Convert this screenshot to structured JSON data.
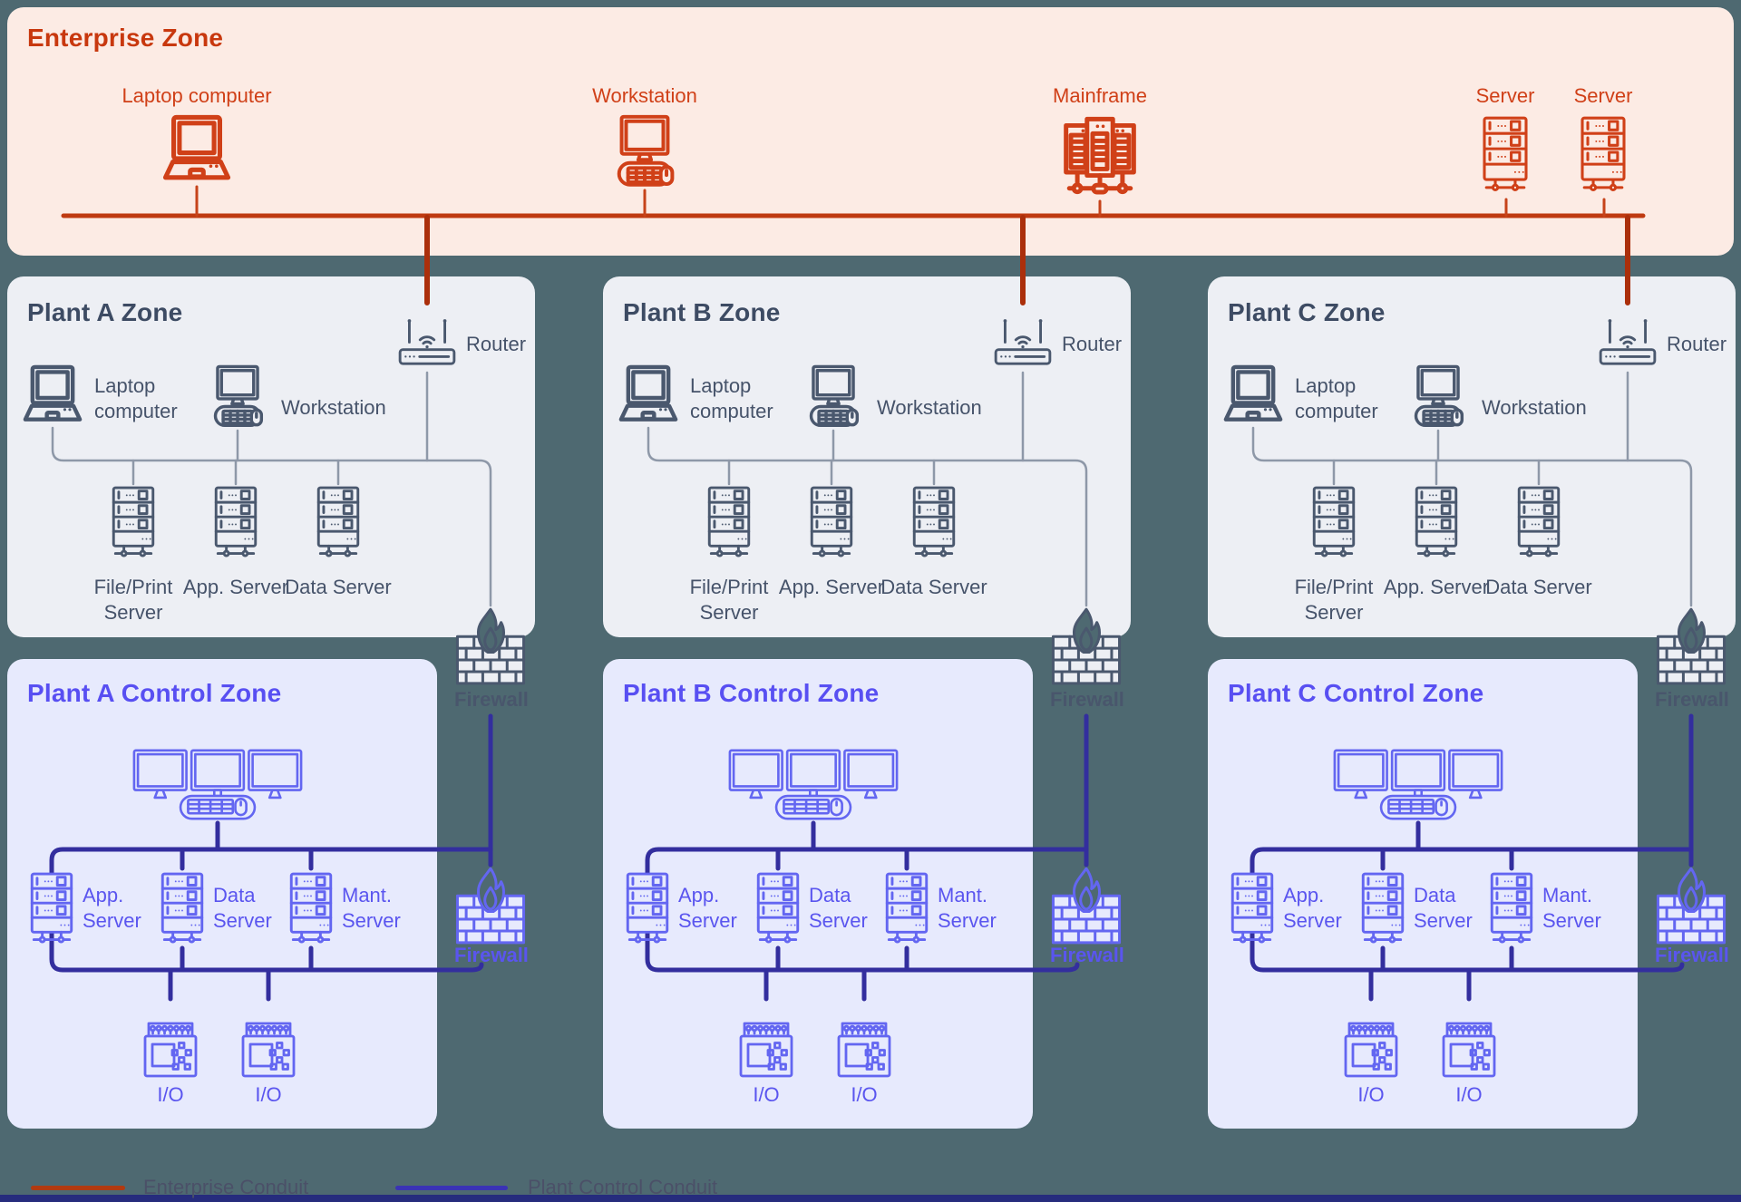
{
  "colors": {
    "page_bg": "#4e6971",
    "enterprise_bg": "#fcebe4",
    "plant_bg": "#edeff4",
    "control_bg": "#e7eafd",
    "enterprise_accent": "#d04018",
    "enterprise_conduit": "#ab2f0b",
    "plant_slate": "#4a586e",
    "control_violet": "#6366f1",
    "plant_control_conduit": "#332e9e"
  },
  "enterprise_zone": {
    "title": "Enterprise Zone",
    "devices": [
      {
        "label": "Laptop computer"
      },
      {
        "label": "Workstation"
      },
      {
        "label": "Mainframe"
      },
      {
        "label": "Server"
      },
      {
        "label": "Server"
      }
    ]
  },
  "plant_zones": [
    {
      "title": "Plant A Zone",
      "laptop": "Laptop computer",
      "workstation": "Workstation",
      "router": "Router",
      "servers": [
        "File/Print Server",
        "App. Server",
        "Data Server"
      ],
      "firewall": "Firewall"
    },
    {
      "title": "Plant B Zone",
      "laptop": "Laptop computer",
      "workstation": "Workstation",
      "router": "Router",
      "servers": [
        "File/Print Server",
        "App. Server",
        "Data Server"
      ],
      "firewall": "Firewall"
    },
    {
      "title": "Plant C Zone",
      "laptop": "Laptop computer",
      "workstation": "Workstation",
      "router": "Router",
      "servers": [
        "File/Print Server",
        "App. Server",
        "Data Server"
      ],
      "firewall": "Firewall"
    }
  ],
  "control_zones": [
    {
      "title": "Plant A Control Zone",
      "servers": [
        "App. Server",
        "Data Server",
        "Mant. Server"
      ],
      "io": [
        "I/O",
        "I/O"
      ],
      "firewall": "Firewall"
    },
    {
      "title": "Plant B Control Zone",
      "servers": [
        "App. Server",
        "Data Server",
        "Mant. Server"
      ],
      "io": [
        "I/O",
        "I/O"
      ],
      "firewall": "Firewall"
    },
    {
      "title": "Plant C Control Zone",
      "servers": [
        "App. Server",
        "Data Server",
        "Mant. Server"
      ],
      "io": [
        "I/O",
        "I/O"
      ],
      "firewall": "Firewall"
    }
  ],
  "legend": {
    "items": [
      {
        "label": "Enterprise Conduit",
        "color": "#b23a10"
      },
      {
        "label": "Plant Control Conduit",
        "color": "#3a33b5"
      }
    ]
  }
}
